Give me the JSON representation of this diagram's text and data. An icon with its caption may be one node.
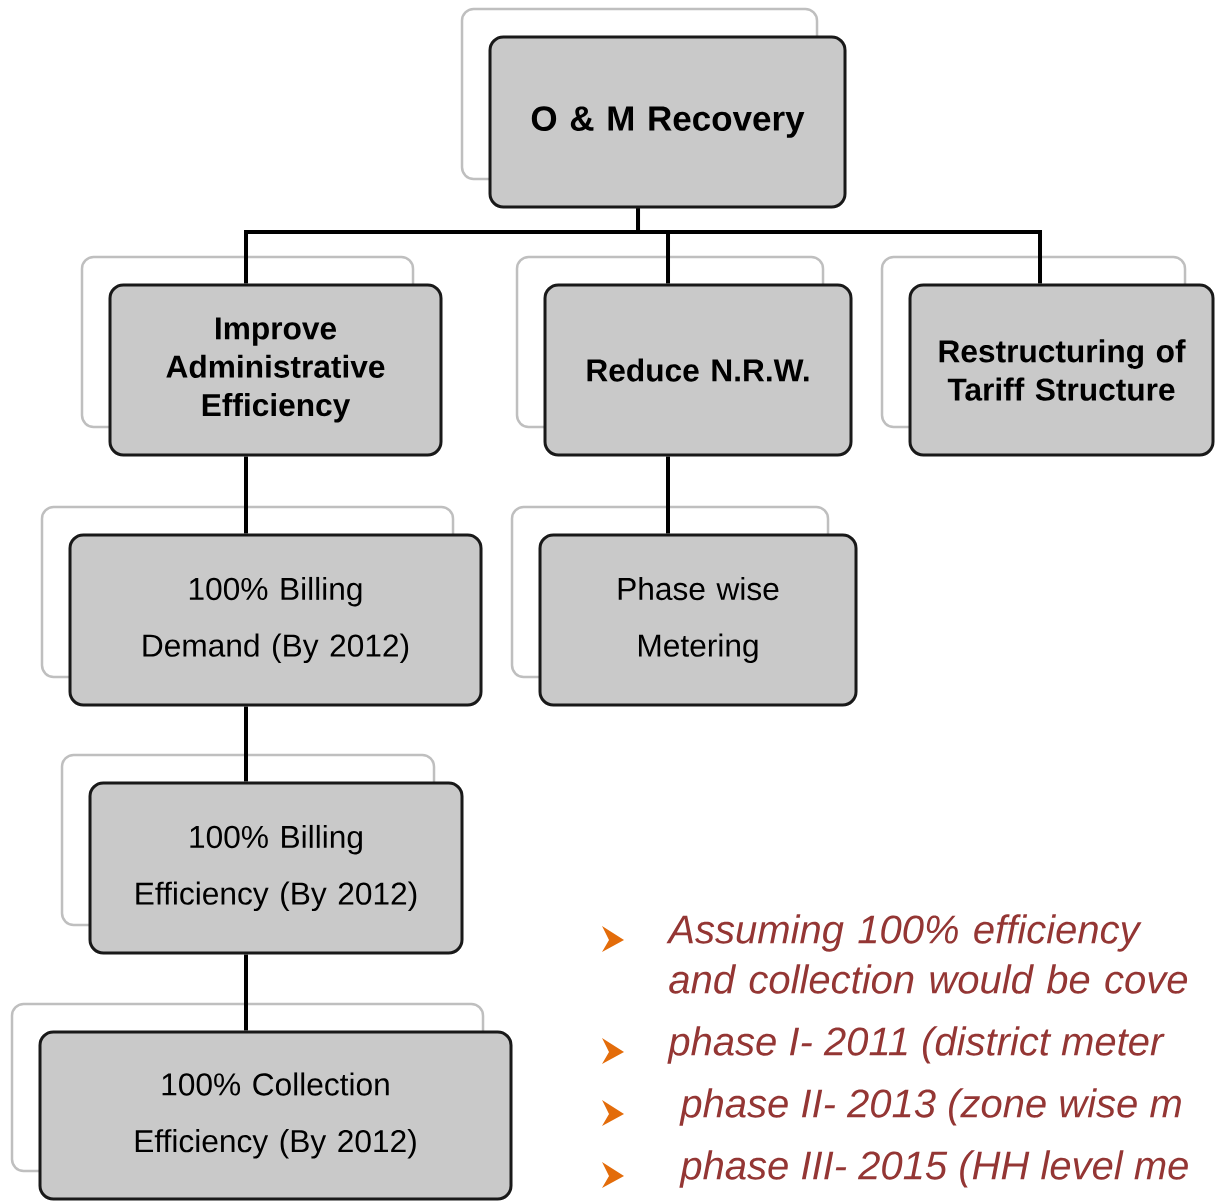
{
  "diagram": {
    "nodes": [
      {
        "text": [
          "O & M Recovery"
        ]
      },
      {
        "text": [
          "Improve Administrative Efficiency"
        ]
      },
      {
        "text": [
          "Reduce N.R.W."
        ]
      },
      {
        "text": [
          "Restructuring of Tariff Structure"
        ]
      },
      {
        "text": [
          "100% Billing Demand (By 2012)"
        ]
      },
      {
        "text": [
          "Phase wise Metering"
        ]
      },
      {
        "text": [
          "100% Billing Efficiency (By 2012)"
        ]
      },
      {
        "text": [
          "100% Collection Efficiency (By 2012)"
        ]
      }
    ],
    "edges": [
      {
        "from": 0,
        "to": 1,
        "arrow": "none"
      },
      {
        "from": 0,
        "to": 2,
        "arrow": "none"
      },
      {
        "from": 0,
        "to": 3,
        "arrow": "none"
      },
      {
        "from": 1,
        "to": 4,
        "arrow": "none"
      },
      {
        "from": 2,
        "to": 5,
        "arrow": "none"
      },
      {
        "from": 4,
        "to": 6,
        "arrow": "none"
      },
      {
        "from": 6,
        "to": 7,
        "arrow": "none"
      }
    ],
    "labels": [
      "Assuming 100% efficiency and collection would be cove",
      "phase I- 2011 (district meter",
      "phase II- 2013 (zone wise m",
      "phase III- 2015 (HH level me"
    ]
  }
}
